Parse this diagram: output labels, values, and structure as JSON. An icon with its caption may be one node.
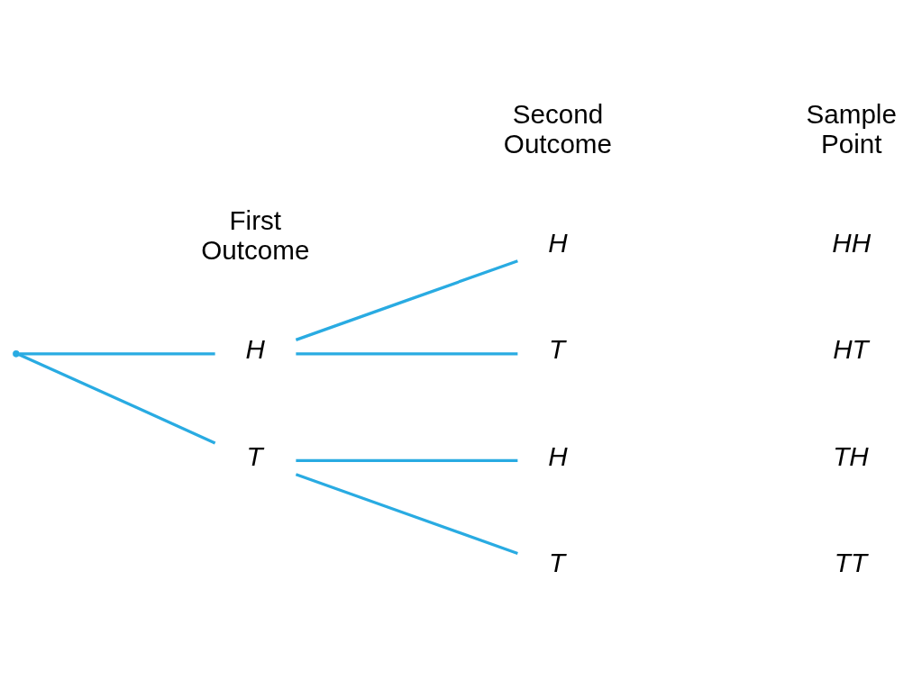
{
  "diagram": {
    "nodes": [
      {
        "text": [],
        "shape": "point"
      },
      {
        "text": [
          "H"
        ]
      },
      {
        "text": [
          "T"
        ]
      },
      {
        "text": [
          "H"
        ]
      },
      {
        "text": [
          "T"
        ]
      },
      {
        "text": [
          "H"
        ]
      },
      {
        "text": [
          "T"
        ]
      }
    ],
    "edges": [
      {
        "from": 0,
        "to": 1,
        "arrow": "none"
      },
      {
        "from": 0,
        "to": 2,
        "arrow": "none"
      },
      {
        "from": 1,
        "to": 3,
        "arrow": "none"
      },
      {
        "from": 1,
        "to": 4,
        "arrow": "none"
      },
      {
        "from": 2,
        "to": 5,
        "arrow": "none"
      },
      {
        "from": 2,
        "to": 6,
        "arrow": "none"
      }
    ],
    "labels": [
      "First Outcome",
      "Second Outcome",
      "Sample Point",
      "HH",
      "HT",
      "TH",
      "TT"
    ]
  }
}
